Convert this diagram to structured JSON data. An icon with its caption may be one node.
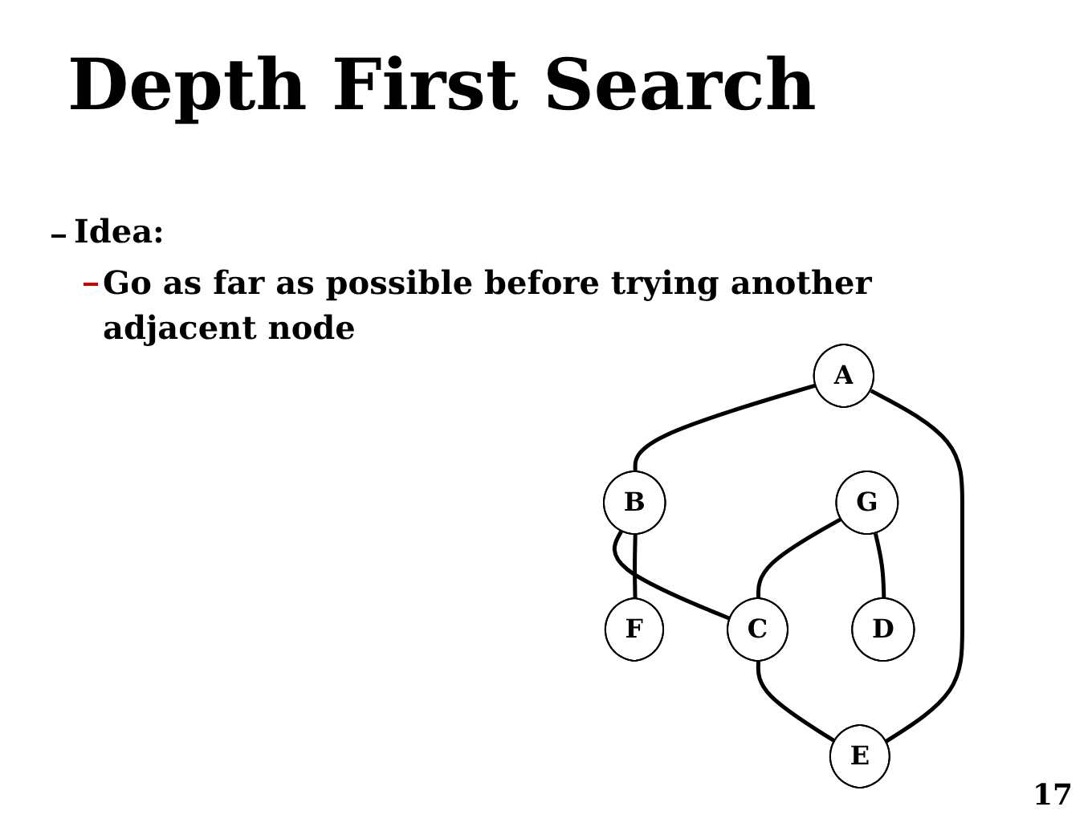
{
  "diagram": {
    "title": "Depth First Search",
    "nodes": [
      {
        "text": [
          "A"
        ]
      },
      {
        "text": [
          "B"
        ]
      },
      {
        "text": [
          "G"
        ]
      },
      {
        "text": [
          "F"
        ]
      },
      {
        "text": [
          "C"
        ]
      },
      {
        "text": [
          "E"
        ]
      },
      {
        "text": [
          "D"
        ]
      }
    ],
    "edges": [
      {
        "from": 0,
        "to": 1,
        "arrow": "none"
      },
      {
        "from": 0,
        "to": 5,
        "arrow": "none"
      },
      {
        "from": 1,
        "to": 4,
        "arrow": "none"
      },
      {
        "from": 1,
        "to": 3,
        "arrow": "none"
      },
      {
        "from": 2,
        "to": 4,
        "arrow": "none"
      },
      {
        "from": 2,
        "to": 6,
        "arrow": "none"
      },
      {
        "from": 4,
        "to": 5,
        "arrow": "none"
      }
    ],
    "labels": [
      "Idea:",
      "Go as far as possible before trying another adjacent node",
      "17"
    ]
  }
}
